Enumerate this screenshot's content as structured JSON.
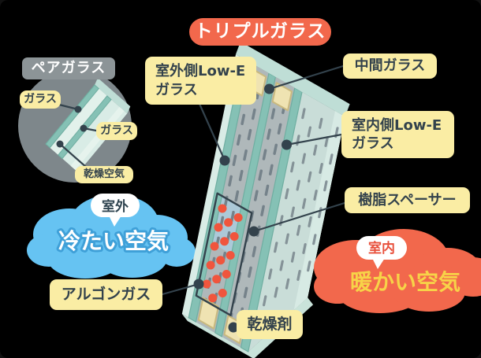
{
  "title": "トリプルガラス",
  "pair_glass": {
    "title": "ペアガラス",
    "labels": {
      "glass_front": "ガラス",
      "glass_back": "ガラス",
      "dry_air": "乾燥空気"
    }
  },
  "triple_glass": {
    "labels": {
      "outdoor_lowe": "室外側Low-E\nガラス",
      "middle_glass": "中間ガラス",
      "indoor_lowe": "室内側Low-E\nガラス",
      "resin_spacer": "樹脂スペーサー",
      "argon_gas": "アルゴンガス",
      "desiccant": "乾燥剤"
    }
  },
  "clouds": {
    "outside": {
      "badge": "室外",
      "text": "冷たい空気"
    },
    "inside": {
      "badge": "室内",
      "text": "暖かい空気"
    }
  },
  "colors": {
    "background": "#000000",
    "title_bg": "#F2684C",
    "title_text": "#FFFFFF",
    "label_bg": "#FAEDA4",
    "label_text": "#33424C",
    "pair_circle": "#7E878B",
    "pair_pill_bg": "#8C9497",
    "pair_pill_text": "#FFFFFF",
    "glass_band": "#85C1B5",
    "glass_band_edge": "#6FAEA1",
    "glass_face": "#D9ECE6",
    "glass_face_right": "#C9DDD8",
    "glass_face_right_light": "#D7EAE4",
    "glass_gap": "#E2F1EB",
    "glass_top": "#BFDED6",
    "glass_bottom": "#C9E3DA",
    "cavity": "#AFB8BA",
    "dash": "#75828A",
    "face_dash": "#7C8A90",
    "desiccant": "#EFE3B2",
    "desiccant_edge": "#C9B97F",
    "argon_dot": "#F0553D",
    "blue_tint": "#A9D7F0",
    "connector": "#33424C",
    "cloud_blue": "#66C3F2",
    "cold_text": "#FFFFFF",
    "cold_text_stroke": "#3FA0D8",
    "badge_bg": "#FFFFFF",
    "badge_outside_text": "#2F4450",
    "cloud_orange": "#F2684C",
    "warm_text": "#F7D348",
    "badge_inside_text": "#E8503C"
  }
}
